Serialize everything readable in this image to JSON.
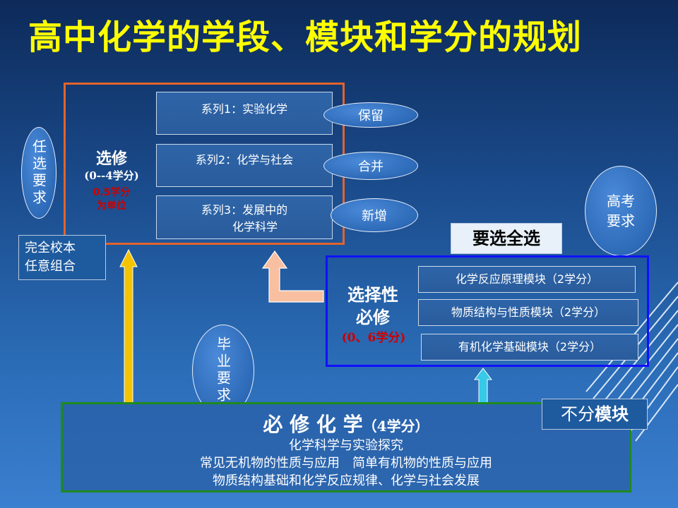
{
  "title": "高中化学的学段、模块和学分的规划",
  "elective": {
    "heading": "选修",
    "credit_range": "(0--4学分)",
    "unit_line1": "0.5学分",
    "unit_line2": "为单位",
    "series": [
      {
        "line1": "系列1：实验化学",
        "line2": "",
        "tag": "保留"
      },
      {
        "line1": "系列2：化学与社会",
        "line2": "",
        "tag": "合并"
      },
      {
        "line1": "系列3：发展中的",
        "line2": "化学科学",
        "tag": "新增"
      }
    ]
  },
  "left_note": {
    "oval_text": "任选要求",
    "box_line1": "完全校本",
    "box_line2": "任意组合"
  },
  "selective": {
    "banner": "要选全选",
    "heading_line1": "选择性",
    "heading_line2": "必修",
    "credits": "(0、6学分)",
    "modules": [
      "化学反应原理模块（2学分）",
      "物质结构与性质模块（2学分）",
      "有机化学基础模块（2学分）"
    ]
  },
  "gaokao_oval": "高考要求",
  "graduation_oval": "毕业要求",
  "required": {
    "heading": "必 修 化 学",
    "credits": "（4学分）",
    "line1": "化学科学与实验探究",
    "line2": "常见无机物的性质与应用　简单有机物的性质与应用",
    "line3": "物质结构基础和化学反应规律、化学与社会发展",
    "tag_part1": "不分",
    "tag_part2": "模块"
  },
  "colors": {
    "title": "#ffff00",
    "elective_border": "#e2642c",
    "selective_border": "#1010ff",
    "required_border": "#1e8a1e",
    "credit_red": "#cc0000",
    "arrow_yellow": "#f5c400",
    "arrow_cyan": "#38c8e8",
    "arrow_peach": "#f8c0a0"
  }
}
